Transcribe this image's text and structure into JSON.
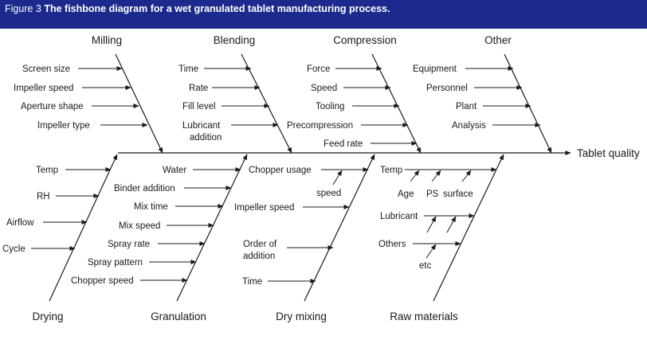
{
  "figure": {
    "number": "Figure 3",
    "title": "The fishbone diagram for a wet granulated tablet manufacturing process."
  },
  "colors": {
    "header_bg": "#1b2a8c",
    "header_text": "#ffffff",
    "line": "#1a1a1a",
    "panel_bg": "#ffffff"
  },
  "effect": "Tablet quality",
  "top_categories": [
    {
      "name": "Milling",
      "causes": [
        "Screen size",
        "Impeller speed",
        "Aperture shape",
        "Impeller type"
      ]
    },
    {
      "name": "Blending",
      "causes": [
        "Time",
        "Rate",
        "Fill level",
        "Lubricant",
        "addition"
      ]
    },
    {
      "name": "Compression",
      "causes": [
        "Force",
        "Speed",
        "Tooling",
        "Precompression",
        "Feed rate"
      ]
    },
    {
      "name": "Other",
      "causes": [
        "Equipment",
        "Personnel",
        "Plant",
        "Analysis"
      ]
    }
  ],
  "bottom_categories": [
    {
      "name": "Drying",
      "causes": [
        "Temp",
        "RH",
        "Airflow",
        "Cycle"
      ]
    },
    {
      "name": "Granulation",
      "causes": [
        "Water",
        "Binder addition",
        "Mix time",
        "Mix speed",
        "Spray rate",
        "Spray pattern",
        "Chopper speed"
      ]
    },
    {
      "name": "Dry mixing",
      "causes": [
        "Chopper usage",
        "speed",
        "Impeller speed",
        "Order of",
        "addition",
        "Time"
      ]
    },
    {
      "name": "Raw materials",
      "causes": [
        "Temp",
        "Age",
        "PS",
        "surface",
        "Lubricant",
        "Others",
        "etc"
      ]
    }
  ]
}
